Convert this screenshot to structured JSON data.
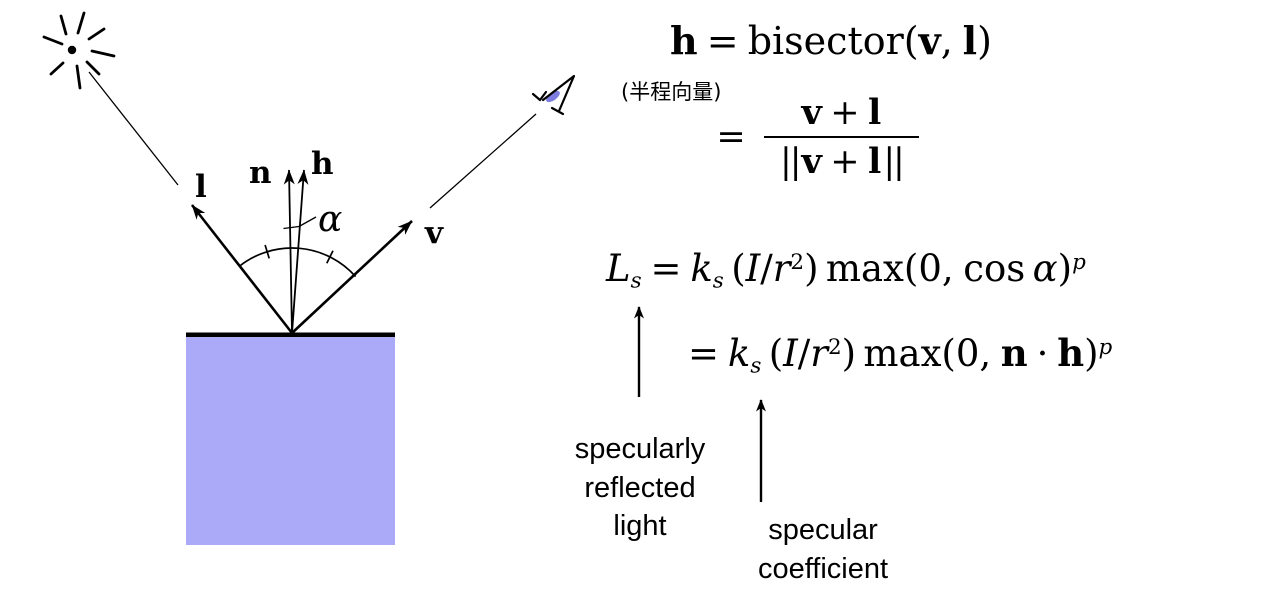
{
  "diagram": {
    "labels": {
      "light_vector": "l",
      "normal_vector": "n",
      "half_vector": "h",
      "view_vector": "v",
      "alpha": "α"
    },
    "surface_color": "#aaaaf8",
    "surface_edge_color": "#000000",
    "iris_color": "#7d7de0"
  },
  "equations": {
    "half_vector": {
      "lhs": "h",
      "eq": "=",
      "fn": "bisector(",
      "arg1": "v",
      "comma": ",",
      "arg2": "l",
      "close": ")"
    },
    "half_vector_note": "(半程向量)",
    "half_vector_fraction": {
      "eq": "=",
      "num": {
        "v": "v",
        "plus": "+",
        "l": "l"
      },
      "den": {
        "lbar": "||",
        "v": "v",
        "plus": "+",
        "l": "l",
        "rbar": "||"
      }
    },
    "specular_cos": {
      "L": "L",
      "Lsub": "s",
      "eq": "=",
      "k": "k",
      "ksub": "s",
      "open": "(",
      "I": "I",
      "slash": "/",
      "r": "r",
      "rsup": "2",
      "close": ")",
      "max": "max(0,",
      "cos": "cos",
      "alpha": "α",
      "close2": ")",
      "psup": "p"
    },
    "specular_ndoth": {
      "eq": "=",
      "k": "k",
      "ksub": "s",
      "open": "(",
      "I": "I",
      "slash": "/",
      "r": "r",
      "rsup": "2",
      "close": ")",
      "max": "max(0,",
      "n": "n",
      "dot": "·",
      "h": "h",
      "close2": ")",
      "psup": "p"
    }
  },
  "annotations": {
    "specular_light": {
      "line1": "specularly",
      "line2": "reflected",
      "line3": "light"
    },
    "specular_coefficient": {
      "line1": "specular",
      "line2": "coefficient"
    }
  }
}
